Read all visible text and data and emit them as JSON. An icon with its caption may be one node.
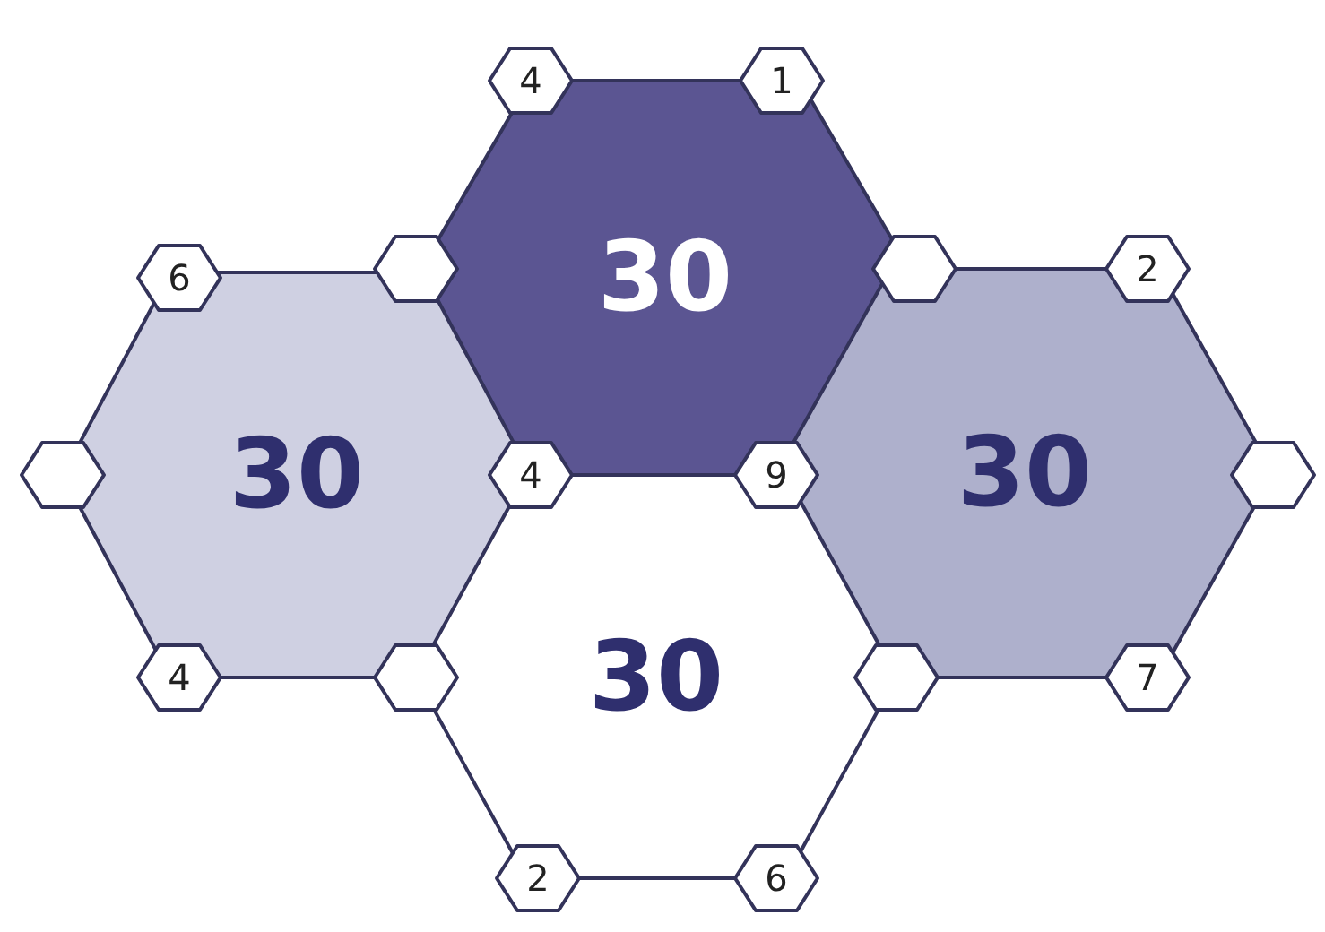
{
  "diagram": {
    "nodes": [
      {
        "text": [
          "30"
        ]
      },
      {
        "text": [
          "30"
        ]
      },
      {
        "text": [
          "30"
        ]
      },
      {
        "text": [
          "30"
        ]
      },
      {
        "text": [
          "4"
        ]
      },
      {
        "text": [
          "1"
        ]
      },
      {
        "text": [
          "6"
        ]
      },
      {
        "text": [],
        "shape": "hexagon"
      },
      {
        "text": [],
        "shape": "hexagon"
      },
      {
        "text": [
          "2"
        ]
      },
      {
        "text": [],
        "shape": "hexagon"
      },
      {
        "text": [
          "4"
        ]
      },
      {
        "text": [
          "9"
        ]
      },
      {
        "text": [],
        "shape": "hexagon"
      },
      {
        "text": [
          "4"
        ]
      },
      {
        "text": [],
        "shape": "hexagon"
      },
      {
        "text": [],
        "shape": "hexagon"
      },
      {
        "text": [
          "7"
        ]
      },
      {
        "text": [
          "2"
        ]
      },
      {
        "text": [
          "6"
        ]
      }
    ]
  }
}
